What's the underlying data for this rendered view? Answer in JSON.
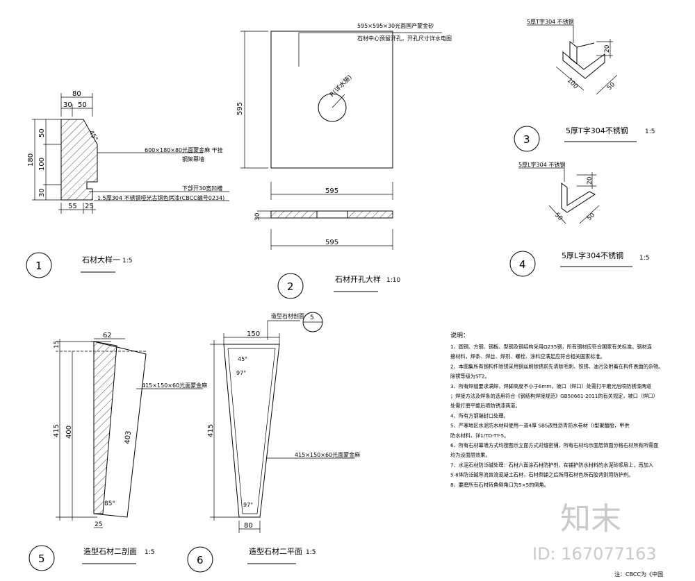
{
  "detail1": {
    "number": "1",
    "title": "石材大样一",
    "scale": "1:5",
    "dims": {
      "top": "80",
      "top_a": "30",
      "top_b": "50",
      "left_total": "180",
      "left_a": "50",
      "left_b": "100",
      "left_c": "30",
      "bottom_a": "55",
      "bottom_b": "25",
      "angle": "45°"
    },
    "notes": [
      "600×180×80光面蒙金麻 干挂",
      "钢架幕墙",
      "下部开30宽凹槽",
      "1.5厚304 不锈钢哑光古铜色烤漆(CBCC编号0234)"
    ]
  },
  "detail2": {
    "number": "2",
    "title": "石材开孔大样",
    "scale": "1:10",
    "dims": {
      "height": "595",
      "width1": "595",
      "width2": "595",
      "thick": "30"
    },
    "notes": [
      "595×595×30光面国产蒙金砂",
      "石材中心预留开孔，开孔尺寸详水电图"
    ],
    "hole_label": "R(详水施)"
  },
  "detail3": {
    "number": "3",
    "title": "5厚T字304不锈钢",
    "scale": "1:5",
    "top_label": "5厚T字304 不锈钢",
    "dims": {
      "a": "20",
      "b": "100",
      "c": "50"
    }
  },
  "detail4": {
    "number": "4",
    "title": "5厚L字304不锈钢",
    "scale": "1:5",
    "top_label": "5厚L字304 不锈钢",
    "dims": {
      "a": "20",
      "b": "50",
      "c": "50"
    }
  },
  "detail5": {
    "number": "5",
    "title": "造型石材二剖面",
    "scale": "1:5",
    "dims": {
      "top": "62",
      "left_a": "15",
      "left_total": "415",
      "left_inner": "400",
      "slant": "403",
      "bottom": "25",
      "angle": "85°"
    },
    "note": "415×150×60光面蒙金麻"
  },
  "detail6": {
    "number": "6",
    "title": "造型石材二平面",
    "scale": "1:5",
    "dims": {
      "top": "150",
      "left_total": "415",
      "bottom": "80",
      "angle_top": "45°",
      "angle_mid": "97°",
      "angle_bottom": "97°"
    },
    "note": "415×150×60光面蒙金麻",
    "ref_label": "造型石材剖面",
    "ref_circle": "5"
  },
  "notes": {
    "heading": "说明：",
    "items": [
      "1、圆钢、方钢、钢板、型钢及钢结构采用Q235钢，所有钢材应符合国家有关标准。钢材连",
      "   接材料，焊条、焊丝、焊剂、螺栓、涂料应满足应符合相关国家标准。",
      "2、本图集所有钢构件除锈采用钢丝刷除锈前先清除毛刺、铁锈、油污及附着在构件表面的杂物。",
      "   除锈等级为ST2。",
      "3、所有焊缝要求满焊，焊脚高度不小于6mm，坡口（焊口）处需打平磨光后喷防锈漆两道",
      "   ；焊接方法及焊条的选用符合《钢结构焊接规范》GB50661-2011的有关规定，坡口（焊口）",
      "   处需打磨平整后喷防锈漆两道。",
      "4、所有方钢端封口处理。",
      "5、严寒地区水泥防水材料使用一道4厚 SBS改性沥青防水卷材（I型聚酯胎，甲供",
      "   防水材料，详1/TD-TY-5。",
      "6、所有石材幕墙方式均按图示立面方式对缝密铺，所有石材均示面层饰面分格石材所有所需面",
      "   均为设面层效果。",
      "7、水泥石材防泛碱处理：石材六面涂石材防护剂，在铺护防水材料的水泥砂浆层上，再加入",
      "   5-8体防泛碱导流盲流混凝土石材，石材倒铺之后所用石材色所石胶背则用防护剂。",
      "8、要磨所有石材转角倒角口为5×5的倒角。"
    ],
    "footer": "注：CBCC为《中国"
  },
  "watermark": {
    "brand": "知末",
    "id": "ID: 167077163"
  }
}
